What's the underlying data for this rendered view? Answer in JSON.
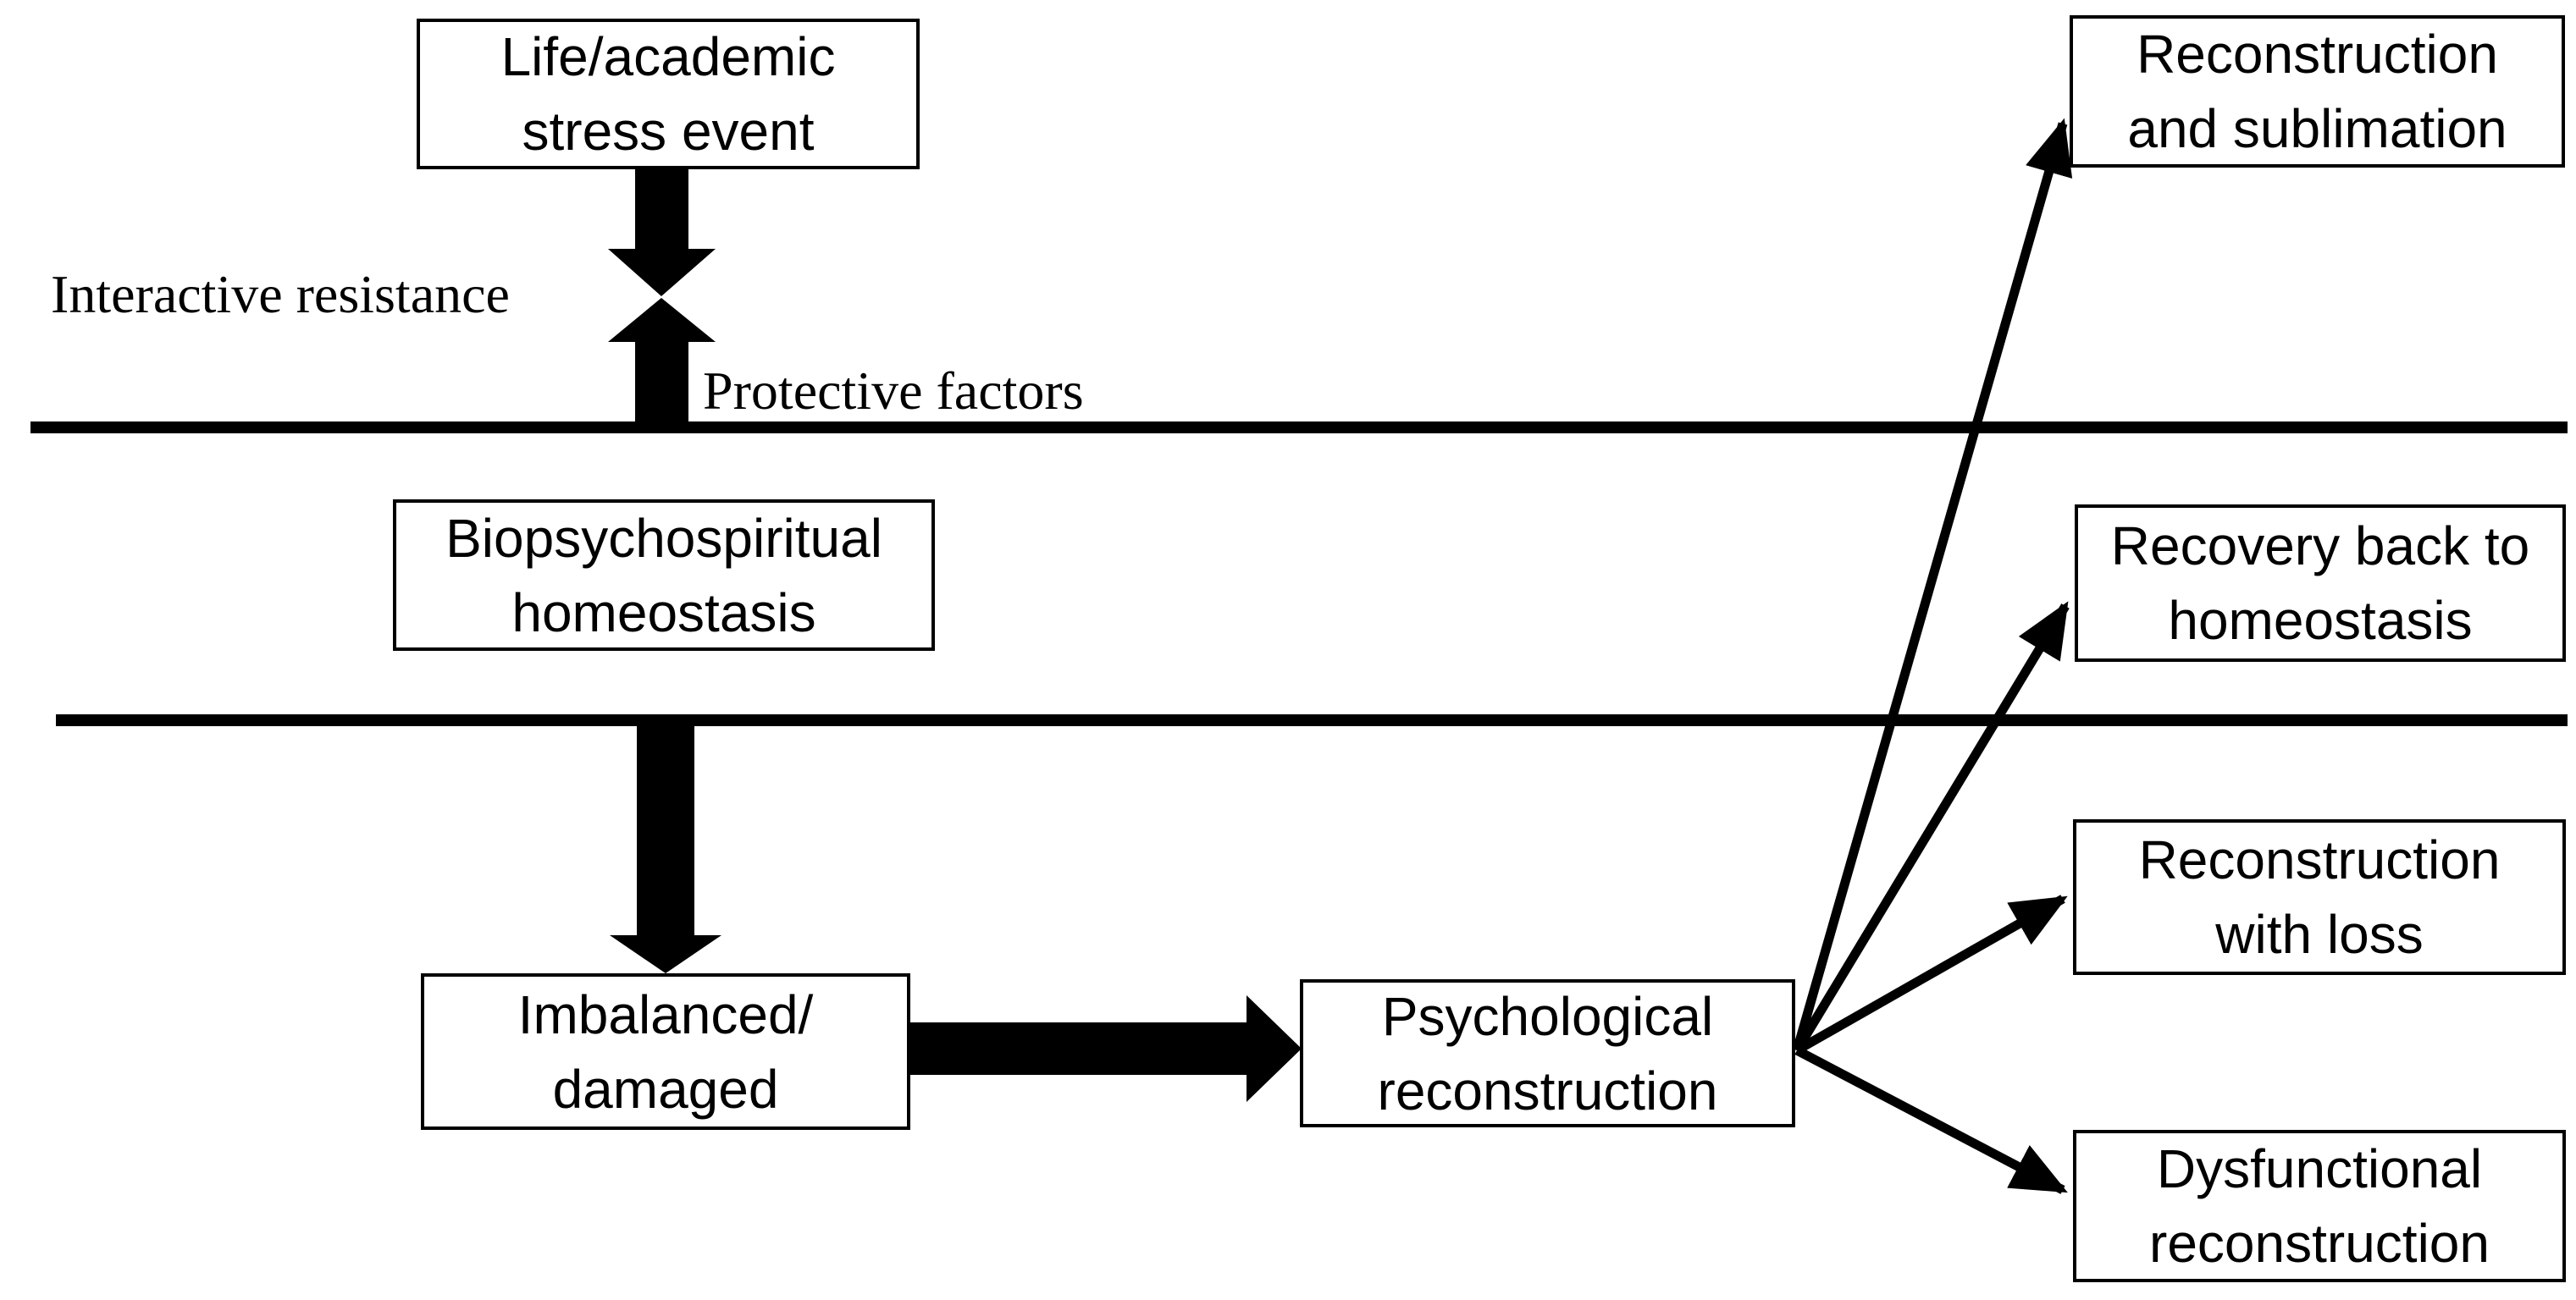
{
  "colors": {
    "ink": "#000000",
    "paper": "#ffffff"
  },
  "labels": {
    "interactive_resistance": "Interactive resistance",
    "protective_factors": "Protective factors"
  },
  "boxes": {
    "stress_event": {
      "line1": "Life/academic",
      "line2": "stress event"
    },
    "homeostasis": {
      "line1": "Biopsychospiritual",
      "line2": "homeostasis"
    },
    "imbalanced": {
      "line1": "Imbalanced/",
      "line2": "damaged"
    },
    "reconstruction": {
      "line1": "Psychological",
      "line2": "reconstruction"
    },
    "sublimation": {
      "line1": "Reconstruction",
      "line2": "and sublimation"
    },
    "recovery": {
      "line1": "Recovery back to",
      "line2": "homeostasis"
    },
    "loss": {
      "line1": "Reconstruction",
      "line2": "with loss"
    },
    "dysfunctional": {
      "line1": "Dysfunctional",
      "line2": "reconstruction"
    }
  }
}
